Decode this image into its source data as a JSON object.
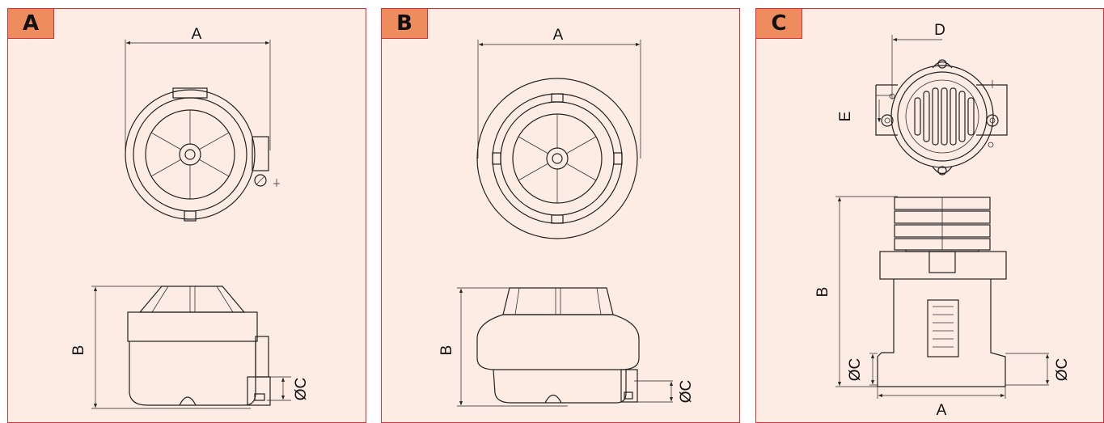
{
  "panels": {
    "a": {
      "badge": "A",
      "dims": {
        "width": "A",
        "height": "B",
        "diameter": "ØC"
      }
    },
    "b": {
      "badge": "B",
      "dims": {
        "width": "A",
        "height": "B",
        "diameter": "ØC"
      }
    },
    "c": {
      "badge": "C",
      "dims": {
        "top_width": "D",
        "top_offset": "E",
        "height": "B",
        "diameter_left": "ØC",
        "diameter_right": "ØC",
        "base_width": "A"
      }
    }
  },
  "colors": {
    "panel_fill": "#fcece4",
    "border": "#d0313b",
    "badge_fill": "#ef8c5e"
  }
}
